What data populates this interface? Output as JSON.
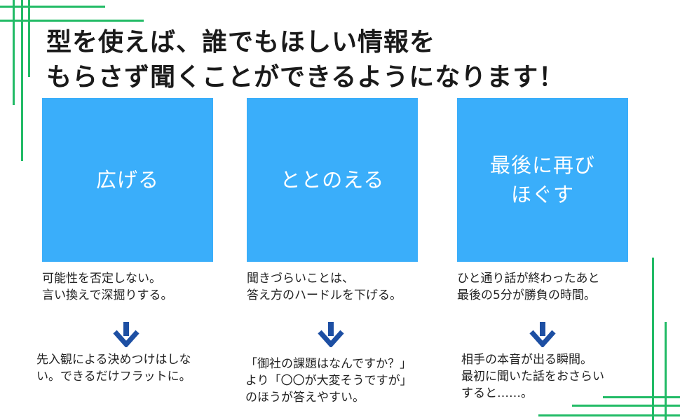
{
  "title": {
    "line1": "型を使えば、誰でもほしい情報を",
    "line2": "もらさず聞くことができるようになります！"
  },
  "columns": [
    {
      "card": "広げる",
      "description": "可能性を否定しない。\n言い換えで深掘りする。",
      "result": "先入観による決めつけはしな\nい。できるだけフラットに。"
    },
    {
      "card": "ととのえる",
      "description": "聞きづらいことは、\n答え方のハードルを下げる。",
      "result": "「御社の課題はなんですか？」\nより「〇〇が大変そうですが」\nのほうが答えやすい。"
    },
    {
      "card": "最後に再び\nほぐす",
      "description": "ひと通り話が終わったあと\n最後の5分が勝負の時間。",
      "result": "相手の本音が出る瞬間。\n最初に聞いた話をおさらい\nすると……。"
    }
  ],
  "colors": {
    "card": "#3aaefa",
    "arrow": "#1d4fa3",
    "decoration": "#22bb66"
  },
  "icons": {
    "arrow": "down-arrow-icon"
  }
}
